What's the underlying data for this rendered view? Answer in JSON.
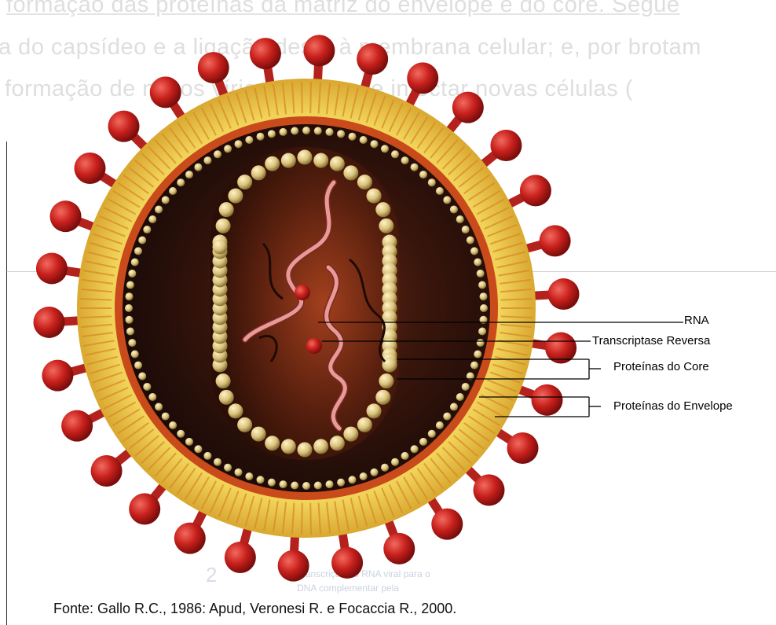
{
  "background_text": {
    "line1": "formação das proteínas da matriz do envelope e do core. Segue",
    "line2": "a do capsídeo e a ligação deste à membrana celular; e, por brotam",
    "line3": "formação de novos vírions capaz de infectar novas células (",
    "underlying_number": "2",
    "underlying_caption_line1": "Transcrição do RNA viral para o",
    "underlying_caption_line2": "DNA complementar pela"
  },
  "labels": {
    "rna": "RNA",
    "transcriptase": "Transcriptase Reversa",
    "core_proteins": "Proteínas do Core",
    "envelope_proteins": "Proteínas do Envelope"
  },
  "caption": {
    "source": "Fonte: Gallo R.C., 1986: Apud, Veronesi R. e Focaccia R., 2000."
  },
  "colors": {
    "envelope_yellow": "#e8c64a",
    "lipid_orange": "#d98a2a",
    "spike_red": "#c8201c",
    "interior_dark": "#2a120c",
    "core_bead": "#d9c27a",
    "rna_pink": "#e89a98"
  }
}
